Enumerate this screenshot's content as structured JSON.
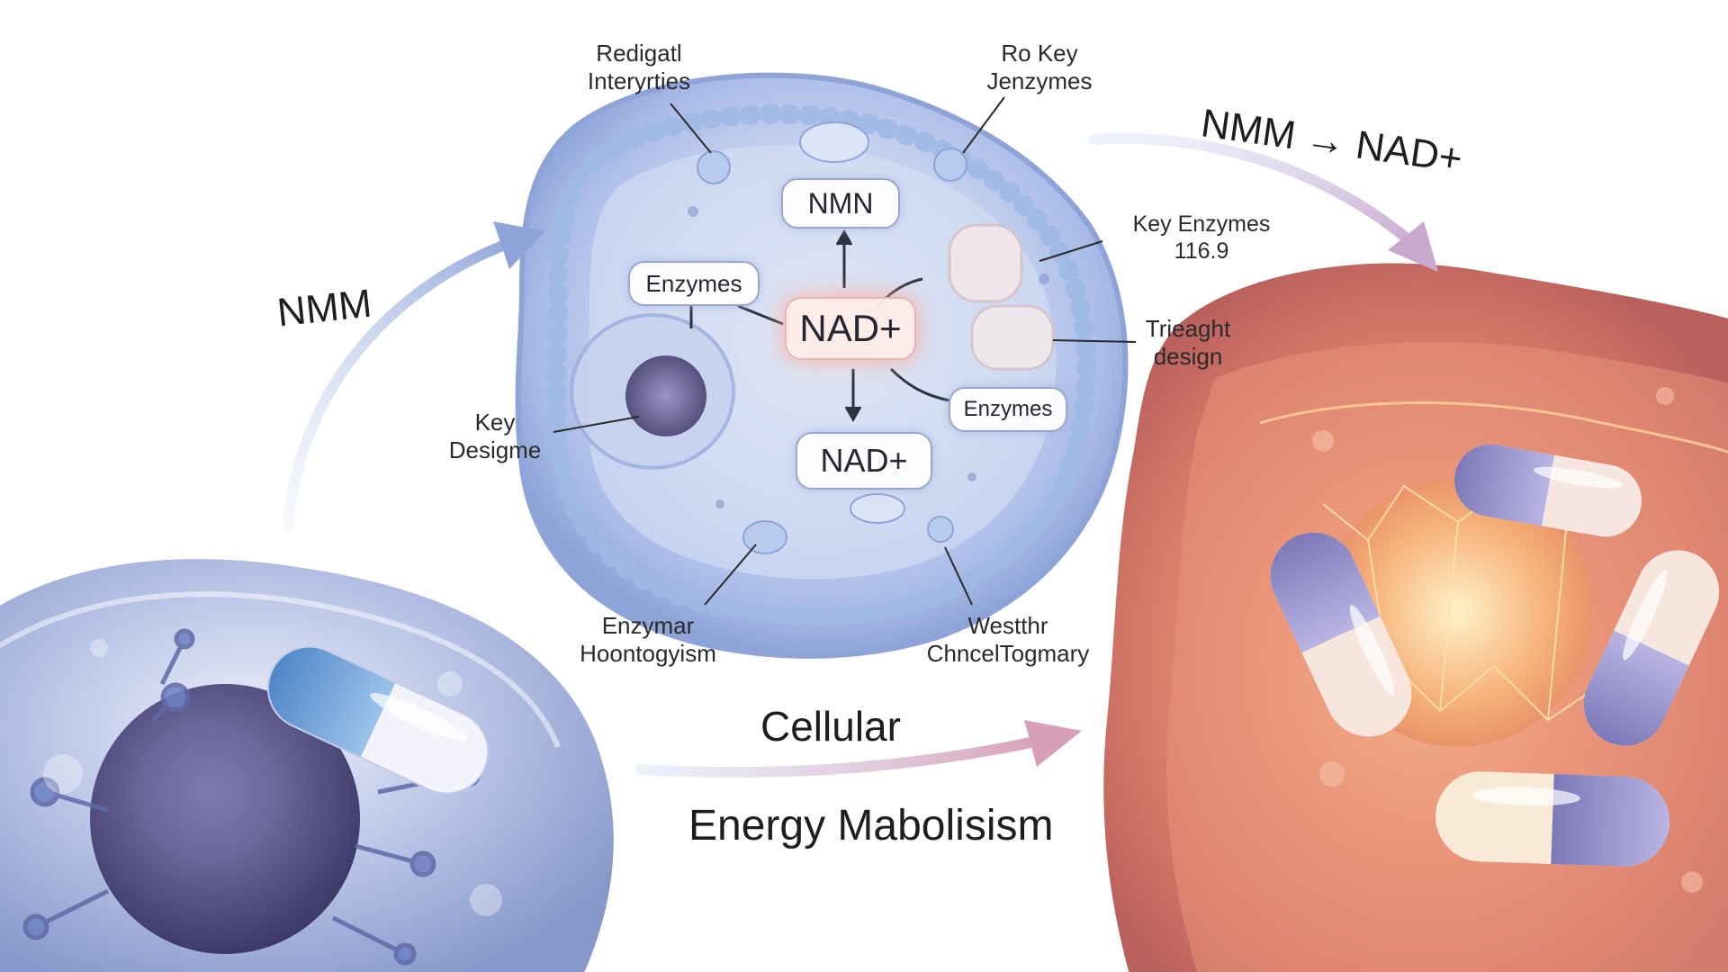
{
  "center_cell": {
    "top_node": "NMN",
    "center_node": "NAD+",
    "bottom_node": "NAD+",
    "left_node": "Enzymes",
    "right_node": "Enzymes"
  },
  "callouts": {
    "top_left": [
      "Redigatl",
      "Interyrties"
    ],
    "top_right": [
      "Ro Key",
      "Jenzymes"
    ],
    "right_upper": [
      "Key Enzymes",
      "116.9"
    ],
    "right_mid": [
      "Trieaght",
      "design"
    ],
    "left_mid": [
      "Key",
      "Desigme"
    ],
    "bottom_left": [
      "Enzymar",
      "Hoontogyism"
    ],
    "bottom_right": [
      "Westthr",
      "ChncelTogmary"
    ]
  },
  "flow_labels": {
    "left_arrow": "NMM",
    "top_right_arrow": "NMM → NAD+",
    "bottom_line1": "Cellular",
    "bottom_line2": "Energy Mabolisism"
  },
  "colors": {
    "center_cell": "#b8c8f0",
    "left_cell": "#8fa3d6",
    "right_cell": "#d9806f",
    "arrow_blue": "#8ea4d8",
    "arrow_pink": "#d7a0b8"
  },
  "icons": [
    "capsule-icon",
    "cell-nucleus-icon",
    "mitochondria-icon",
    "vesicle-icon"
  ]
}
